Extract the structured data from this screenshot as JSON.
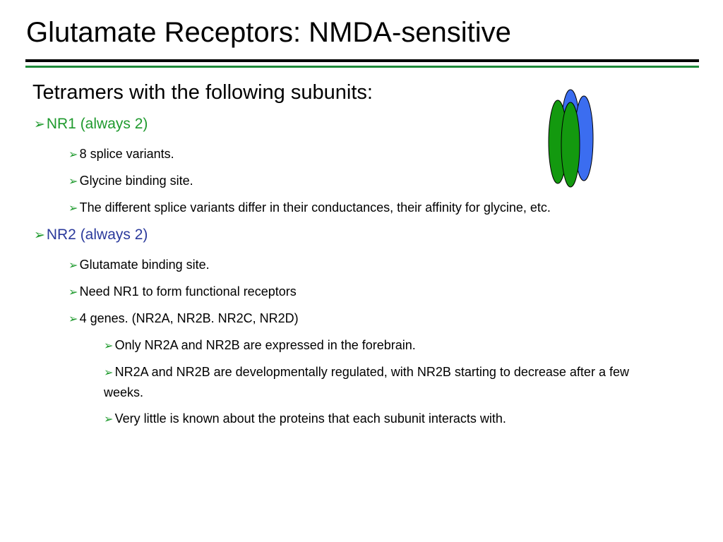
{
  "slide": {
    "title": "Glutamate Receptors: NMDA-sensitive",
    "lead": "Tetramers with the following subunits:",
    "bullet_glyph": "➢",
    "nr1": {
      "heading": "NR1 (always 2)",
      "items": [
        "8 splice variants.",
        "Glycine binding site.",
        "The different splice variants differ in their conductances, their affinity for glycine, etc."
      ]
    },
    "nr2": {
      "heading": "NR2 (always 2)",
      "items": [
        "Glutamate binding site.",
        "Need NR1 to form functional receptors",
        "4 genes. (NR2A, NR2B. NR2C, NR2D)"
      ],
      "genes_subitems": [
        "Only NR2A and NR2B are expressed in the forebrain.",
        "NR2A and NR2B are developmentally regulated, with NR2B starting to decrease after a few weeks.",
        "Very little is known about the proteins that each subunit interacts with."
      ]
    }
  },
  "colors": {
    "nr1_green": "#1f9a2e",
    "nr2_blue": "#2b3a9c",
    "ellipse_blue": "#3b6df0",
    "ellipse_green": "#13990f",
    "rule_green": "#1f8a3a"
  }
}
